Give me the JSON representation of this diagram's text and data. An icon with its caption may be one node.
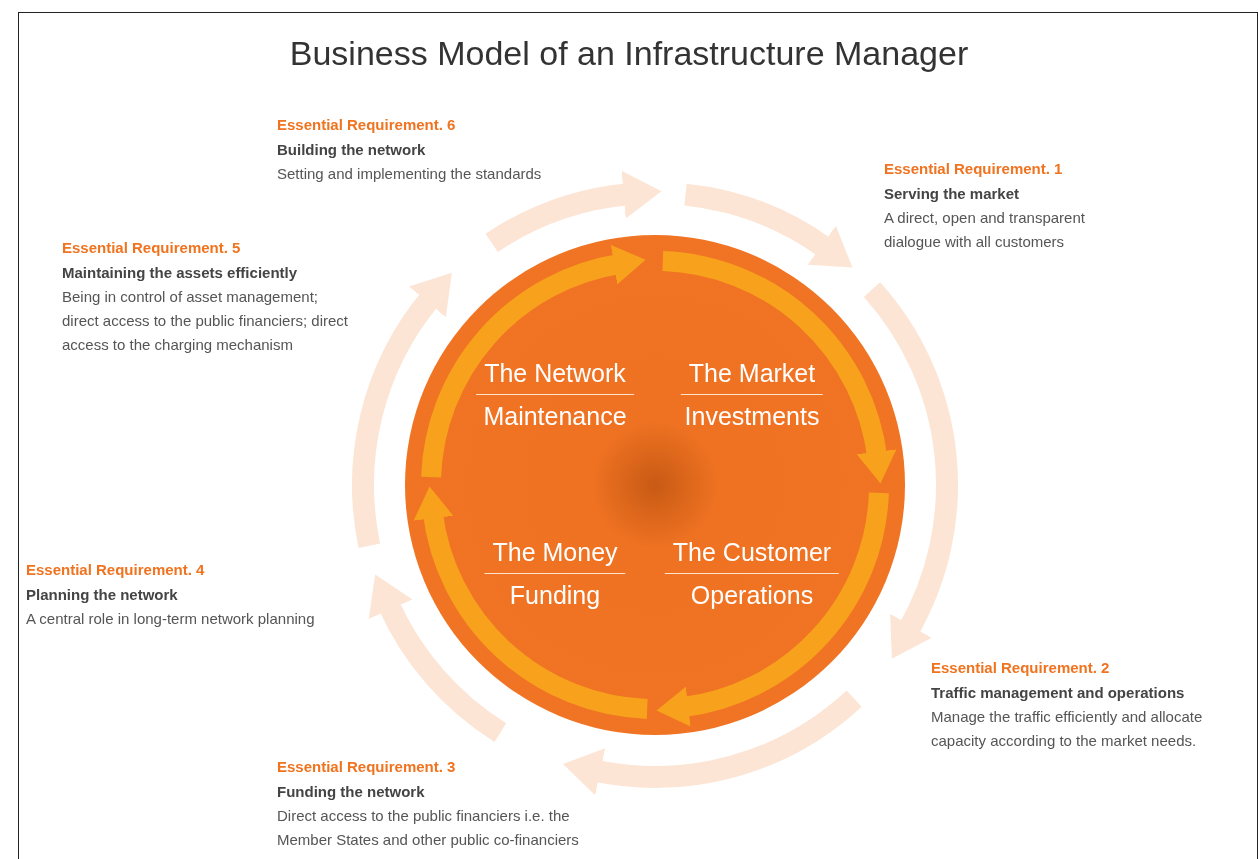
{
  "diagram": {
    "title": "Business Model of an Infrastructure Manager",
    "nodes": [
      {
        "text": [
          "The Network",
          "Maintenance"
        ]
      },
      {
        "text": [
          "The Market",
          "Investments"
        ]
      },
      {
        "text": [
          "The Money",
          "Funding"
        ]
      },
      {
        "text": [
          "The Customer",
          "Operations"
        ]
      },
      {
        "text": [
          "Essential Requirement. **6**",
          "Building the network",
          "Setting and implementing the standards"
        ]
      },
      {
        "text": [
          "Essential Requirement. **1**",
          "Serving the market",
          "A direct, open and transparent dialogue with all customers"
        ]
      },
      {
        "text": [
          "Essential Requirement. **5**",
          "Maintaining the assets efficiently",
          "Being in control of asset management; direct access to the public financiers; direct access to the charging mechanism"
        ]
      },
      {
        "text": [
          "Essential Requirement. **4**",
          "Planning the network",
          "A central role in long-term network planning"
        ]
      },
      {
        "text": [
          "Essential Requirement. **2**",
          "Traffic management and operations",
          "Manage the traffic efficiently and allocate capacity according to the market needs."
        ]
      },
      {
        "text": [
          "Essential Requirement. **3**",
          "Funding the network",
          "Direct access to the public financiers i.e. the Member States and other public co-financiers"
        ]
      }
    ]
  }
}
